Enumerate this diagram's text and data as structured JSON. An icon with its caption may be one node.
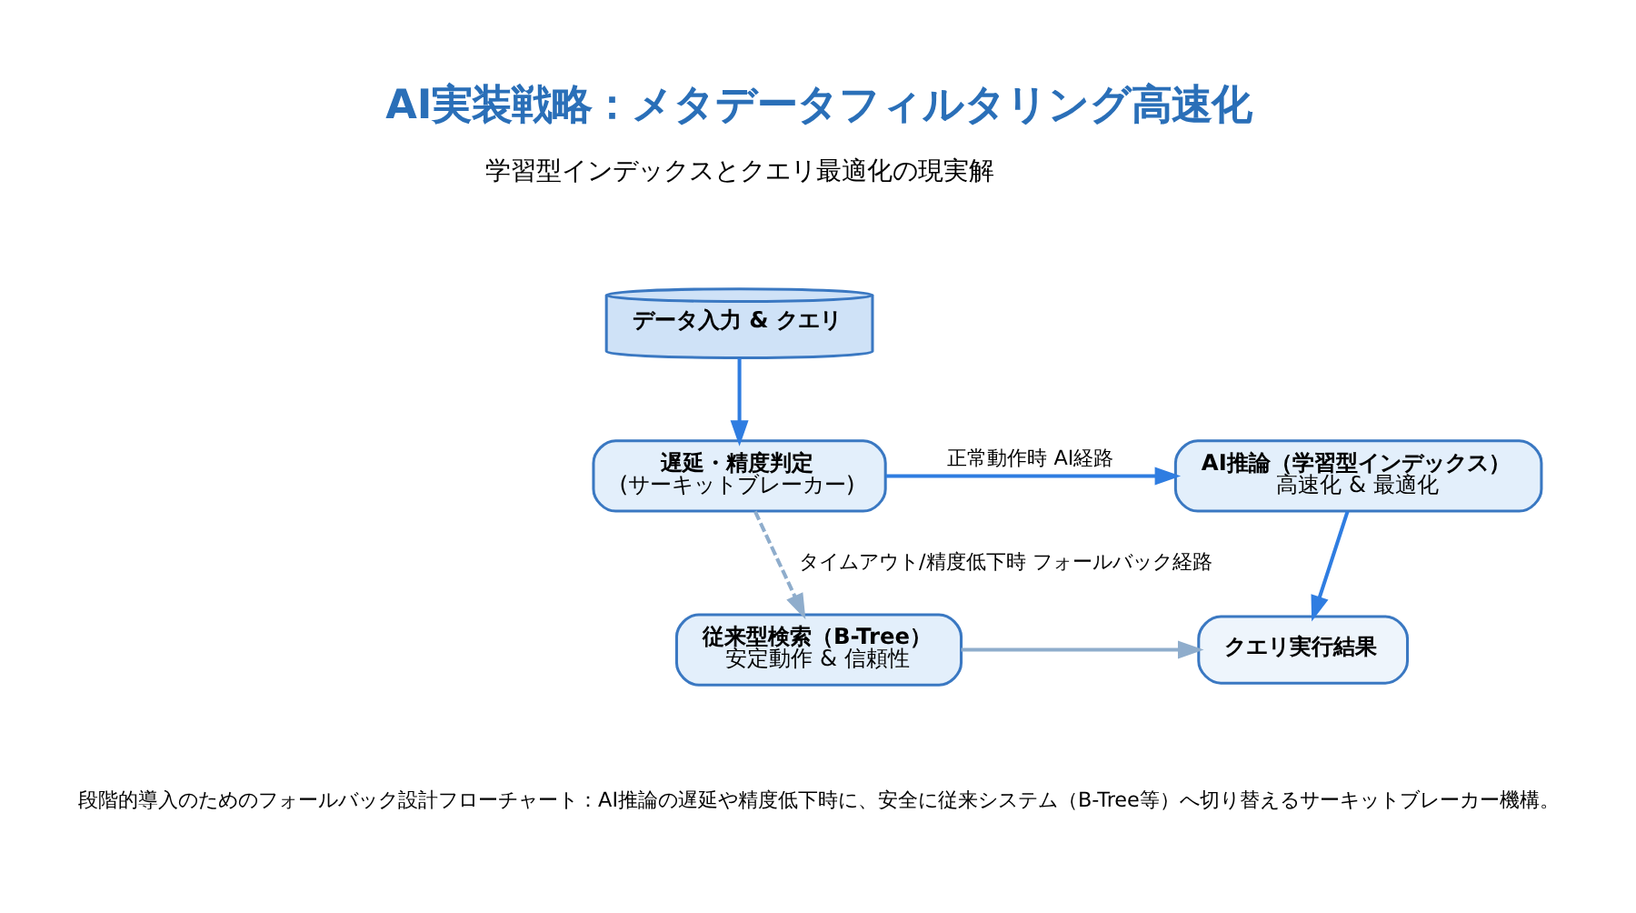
{
  "diagram": {
    "title": "AI実装戦略：メタデータフィルタリング高速化",
    "caption": "段階的導入のためのフォールバック設計フローチャート：AI推論の遅延や精度低下時に、安全に従来システム（B-Tree等）へ切り替えるサーキットブレーカー機構。",
    "nodes": [
      {
        "text": [
          "データ入力 & クエリ"
        ]
      },
      {
        "text": [
          "遅延・精度判定",
          "(サーキットブレーカー)"
        ]
      },
      {
        "text": [
          "AI推論（学習型インデックス）",
          "高速化 & 最適化"
        ]
      },
      {
        "text": [
          "クエリ実行結果"
        ]
      },
      {
        "text": [
          "従来型検索（B-Tree）",
          "安定動作 & 信頼性"
        ]
      }
    ],
    "edges": [
      {
        "from": 0,
        "to": 1,
        "arrow": "to"
      },
      {
        "from": 1,
        "to": 2,
        "arrow": "to",
        "label": "正常動作時 AI経路"
      },
      {
        "from": 2,
        "to": 3,
        "arrow": "to"
      },
      {
        "from": 1,
        "to": 4,
        "arrow": "to",
        "label": "タイムアウト/精度低下時 フォールバック経路",
        "style": "dashed",
        "color": "#8fadcc"
      },
      {
        "from": 4,
        "to": 3,
        "arrow": "to",
        "color": "#8fadcc"
      }
    ],
    "labels": [
      "学習型インデックスとクエリ最適化の現実解"
    ]
  }
}
